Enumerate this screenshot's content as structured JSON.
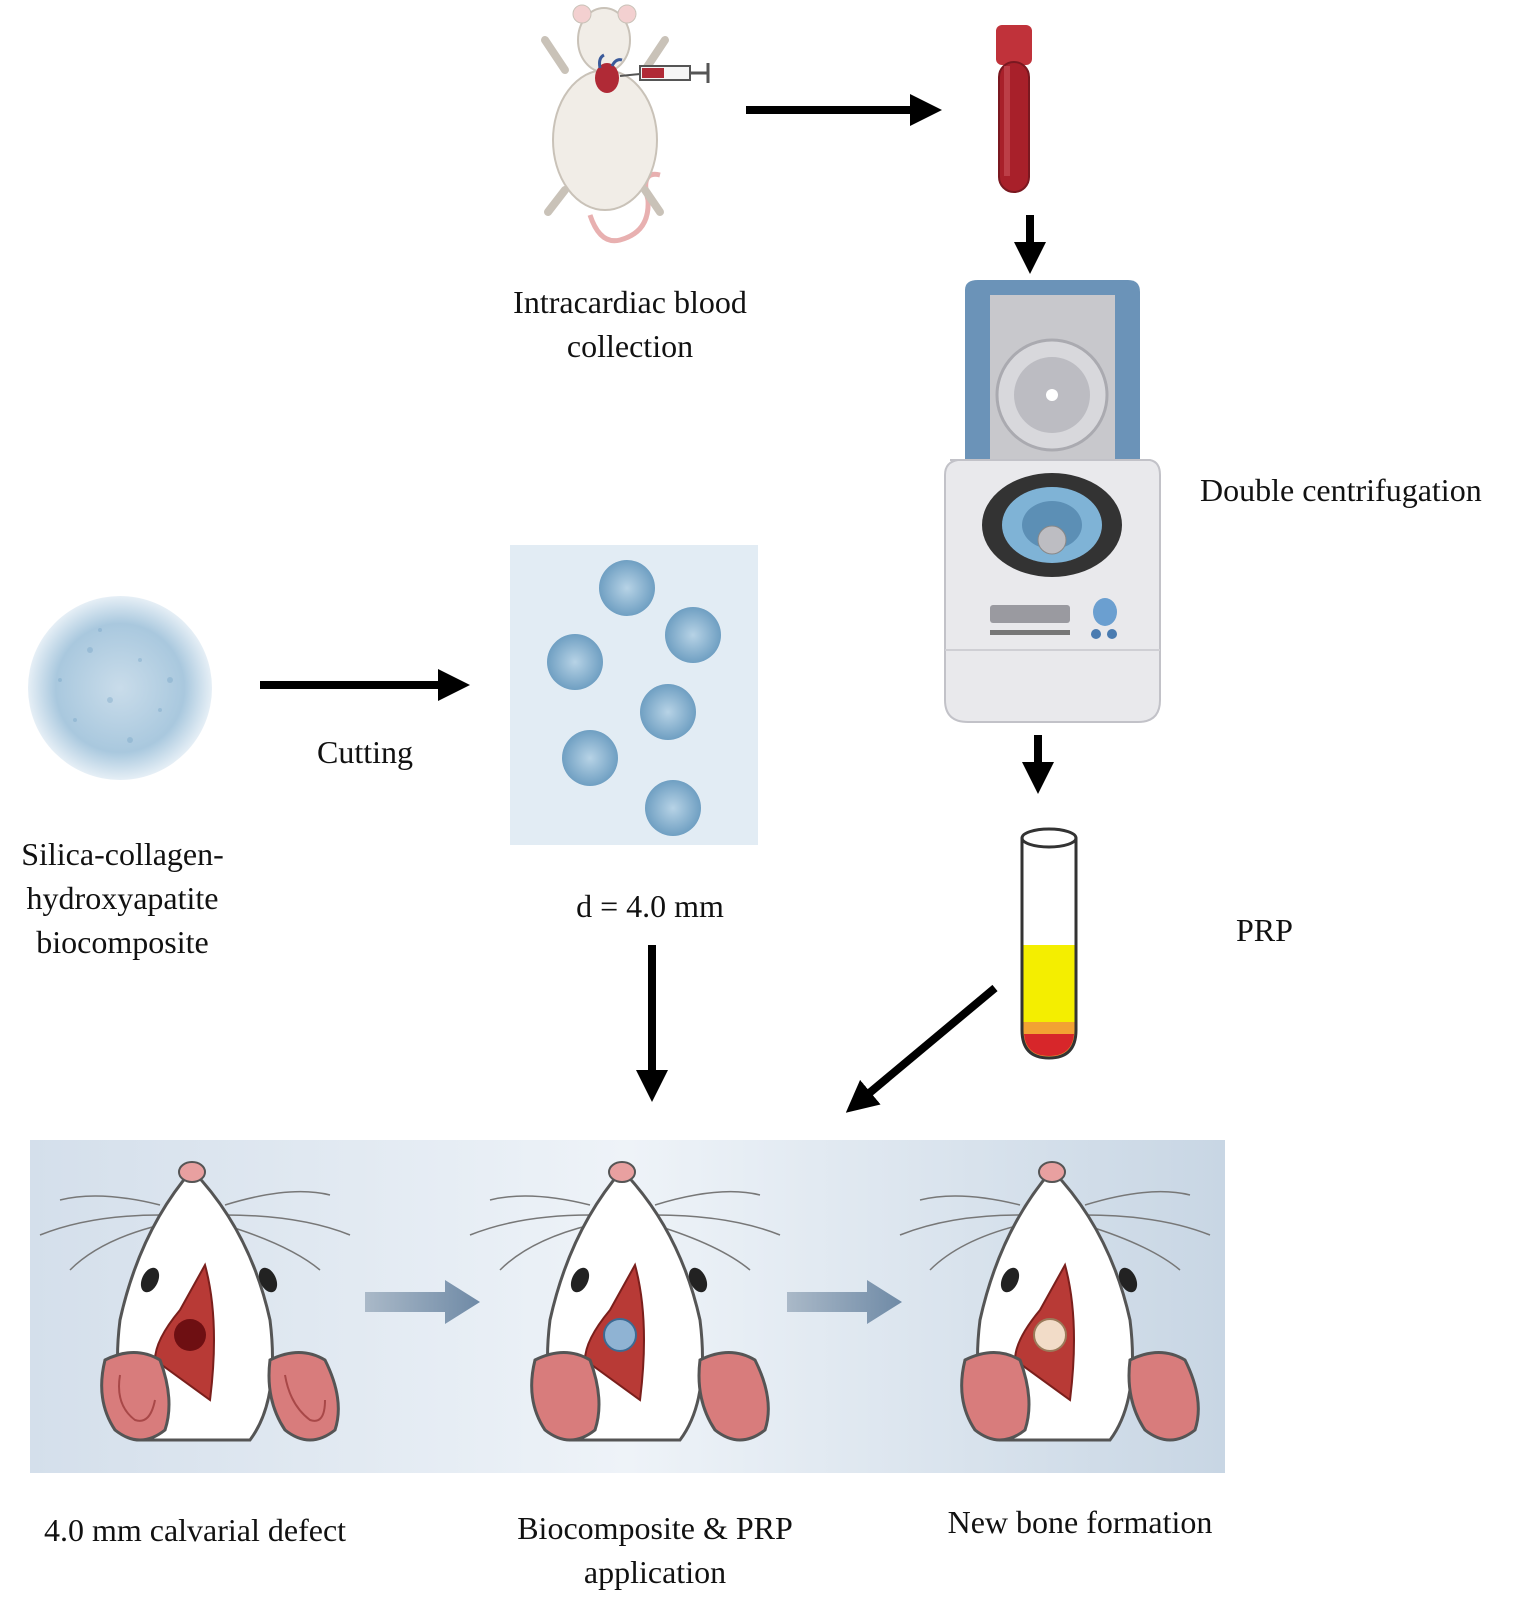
{
  "labels": {
    "blood_collection": [
      "Intracardiac blood",
      "collection"
    ],
    "centrifugation": "Double centrifugation",
    "cutting": "Cutting",
    "biocomposite": [
      "Silica-collagen-",
      "hydroxyapatite",
      "biocomposite"
    ],
    "disc_size": "d = 4.0 mm",
    "prp": "PRP",
    "defect": "4.0 mm calvarial defect",
    "application": [
      "Biocomposite & PRP",
      "application"
    ],
    "new_bone": "New bone formation"
  },
  "colors": {
    "blood": "#a8202a",
    "tube_cap": "#c0323a",
    "centrifuge_lid": "#6b93b8",
    "centrifuge_body": "#e9e9ec",
    "biocomposite": "#a9c8de",
    "prp_yellow": "#f4ee00",
    "prp_orange": "#f2a233",
    "prp_red": "#d7262a",
    "panel_bg": "#e3ebf3",
    "wound": "#b83a36",
    "ear": "#d87c7c",
    "arrow": "#000000",
    "process_arrow": "#8fa6bd"
  },
  "icons": [
    "rat-icon",
    "syringe-icon",
    "blood-tube-icon",
    "centrifuge-icon",
    "biocomposite-disc-icon",
    "prp-tube-icon",
    "rat-head-icon"
  ]
}
